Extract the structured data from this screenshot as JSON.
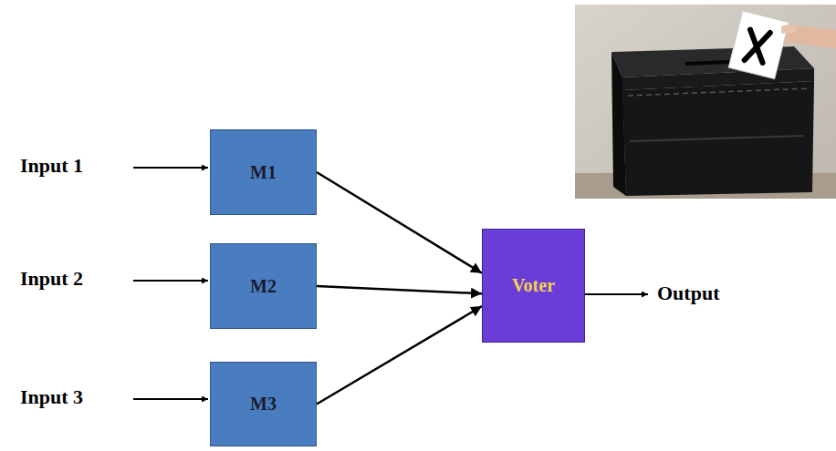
{
  "diagram": {
    "nodes": [
      {
        "text": [
          "M1"
        ]
      },
      {
        "text": [
          "M2"
        ]
      },
      {
        "text": [
          "M3"
        ]
      },
      {
        "text": [
          "Voter"
        ]
      }
    ],
    "edges": [
      {
        "from": 0,
        "to": 3,
        "arrow": "to"
      },
      {
        "from": 1,
        "to": 3,
        "arrow": "to"
      },
      {
        "from": 2,
        "to": 3,
        "arrow": "to"
      }
    ],
    "labels": [
      "Input 1",
      "Input 2",
      "Input 3",
      "Output"
    ]
  }
}
